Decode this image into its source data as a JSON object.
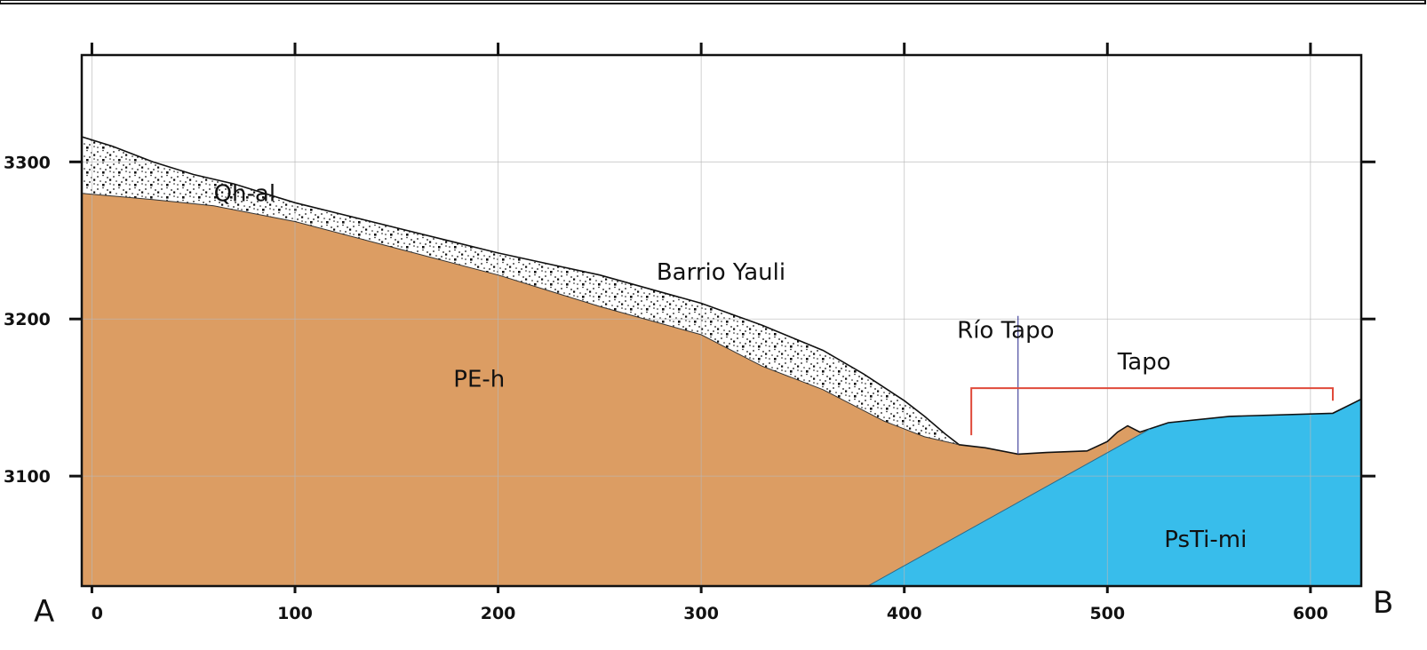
{
  "chart_data": {
    "type": "geologic-cross-section",
    "x_ticks": [
      0,
      100,
      200,
      300,
      400,
      500,
      600
    ],
    "y_ticks": [
      3100,
      3200,
      3300
    ],
    "xlim": [
      -5,
      625
    ],
    "ylim": [
      3030,
      3368
    ],
    "grid": true,
    "endpoints": {
      "left": "A",
      "right": "B"
    },
    "colors": {
      "PE-h": "#dc9d63",
      "PsTi-mi": "#38bdeb",
      "Qh-al": "#ffffff",
      "river_line": "#4a4aa0",
      "bracket": "#e04a3a"
    },
    "units": [
      {
        "id": "qh",
        "label": "Qh-al",
        "label_at": [
          60,
          3275
        ]
      },
      {
        "id": "peh",
        "label": "PE-h",
        "label_at": [
          178,
          3157
        ]
      },
      {
        "id": "psti",
        "label": "PsTi-mi",
        "label_at": [
          528,
          3055
        ]
      }
    ],
    "place_labels": [
      {
        "id": "barrio",
        "label": "Barrio Yauli",
        "label_at": [
          278,
          3225
        ]
      },
      {
        "id": "rio",
        "label": "Río Tapo",
        "label_at": [
          426,
          3188
        ]
      },
      {
        "id": "tapo",
        "label": "Tapo",
        "label_at": [
          505,
          3168
        ]
      }
    ],
    "surface": [
      [
        -5,
        3316
      ],
      [
        10,
        3310
      ],
      [
        30,
        3300
      ],
      [
        50,
        3292
      ],
      [
        70,
        3286
      ],
      [
        100,
        3274
      ],
      [
        150,
        3258
      ],
      [
        200,
        3242
      ],
      [
        250,
        3228
      ],
      [
        300,
        3210
      ],
      [
        330,
        3196
      ],
      [
        360,
        3180
      ],
      [
        380,
        3165
      ],
      [
        400,
        3148
      ],
      [
        410,
        3138
      ],
      [
        420,
        3127
      ],
      [
        427,
        3120
      ],
      [
        440,
        3118
      ],
      [
        456,
        3114
      ],
      [
        470,
        3115
      ],
      [
        490,
        3116
      ],
      [
        500,
        3122
      ],
      [
        505,
        3128
      ],
      [
        510,
        3132
      ],
      [
        516,
        3128
      ],
      [
        530,
        3134
      ],
      [
        560,
        3138
      ],
      [
        611,
        3140
      ],
      [
        625,
        3149
      ]
    ],
    "peh_top": [
      [
        -5,
        3280
      ],
      [
        30,
        3276
      ],
      [
        60,
        3272
      ],
      [
        100,
        3262
      ],
      [
        150,
        3245
      ],
      [
        200,
        3228
      ],
      [
        250,
        3208
      ],
      [
        300,
        3190
      ],
      [
        330,
        3170
      ],
      [
        360,
        3155
      ],
      [
        390,
        3135
      ],
      [
        410,
        3125
      ],
      [
        427,
        3120
      ]
    ],
    "psti_boundary": [
      [
        382,
        3030
      ],
      [
        521,
        3130
      ]
    ],
    "psti_right_edge": [
      [
        625,
        3149
      ],
      [
        625,
        3030
      ]
    ],
    "river": {
      "x": 456,
      "y_top": 3202,
      "y_bottom": 3114
    },
    "bracket": {
      "x_start": 433,
      "x_end": 611,
      "y": 3156,
      "y_drop": 3126
    }
  }
}
